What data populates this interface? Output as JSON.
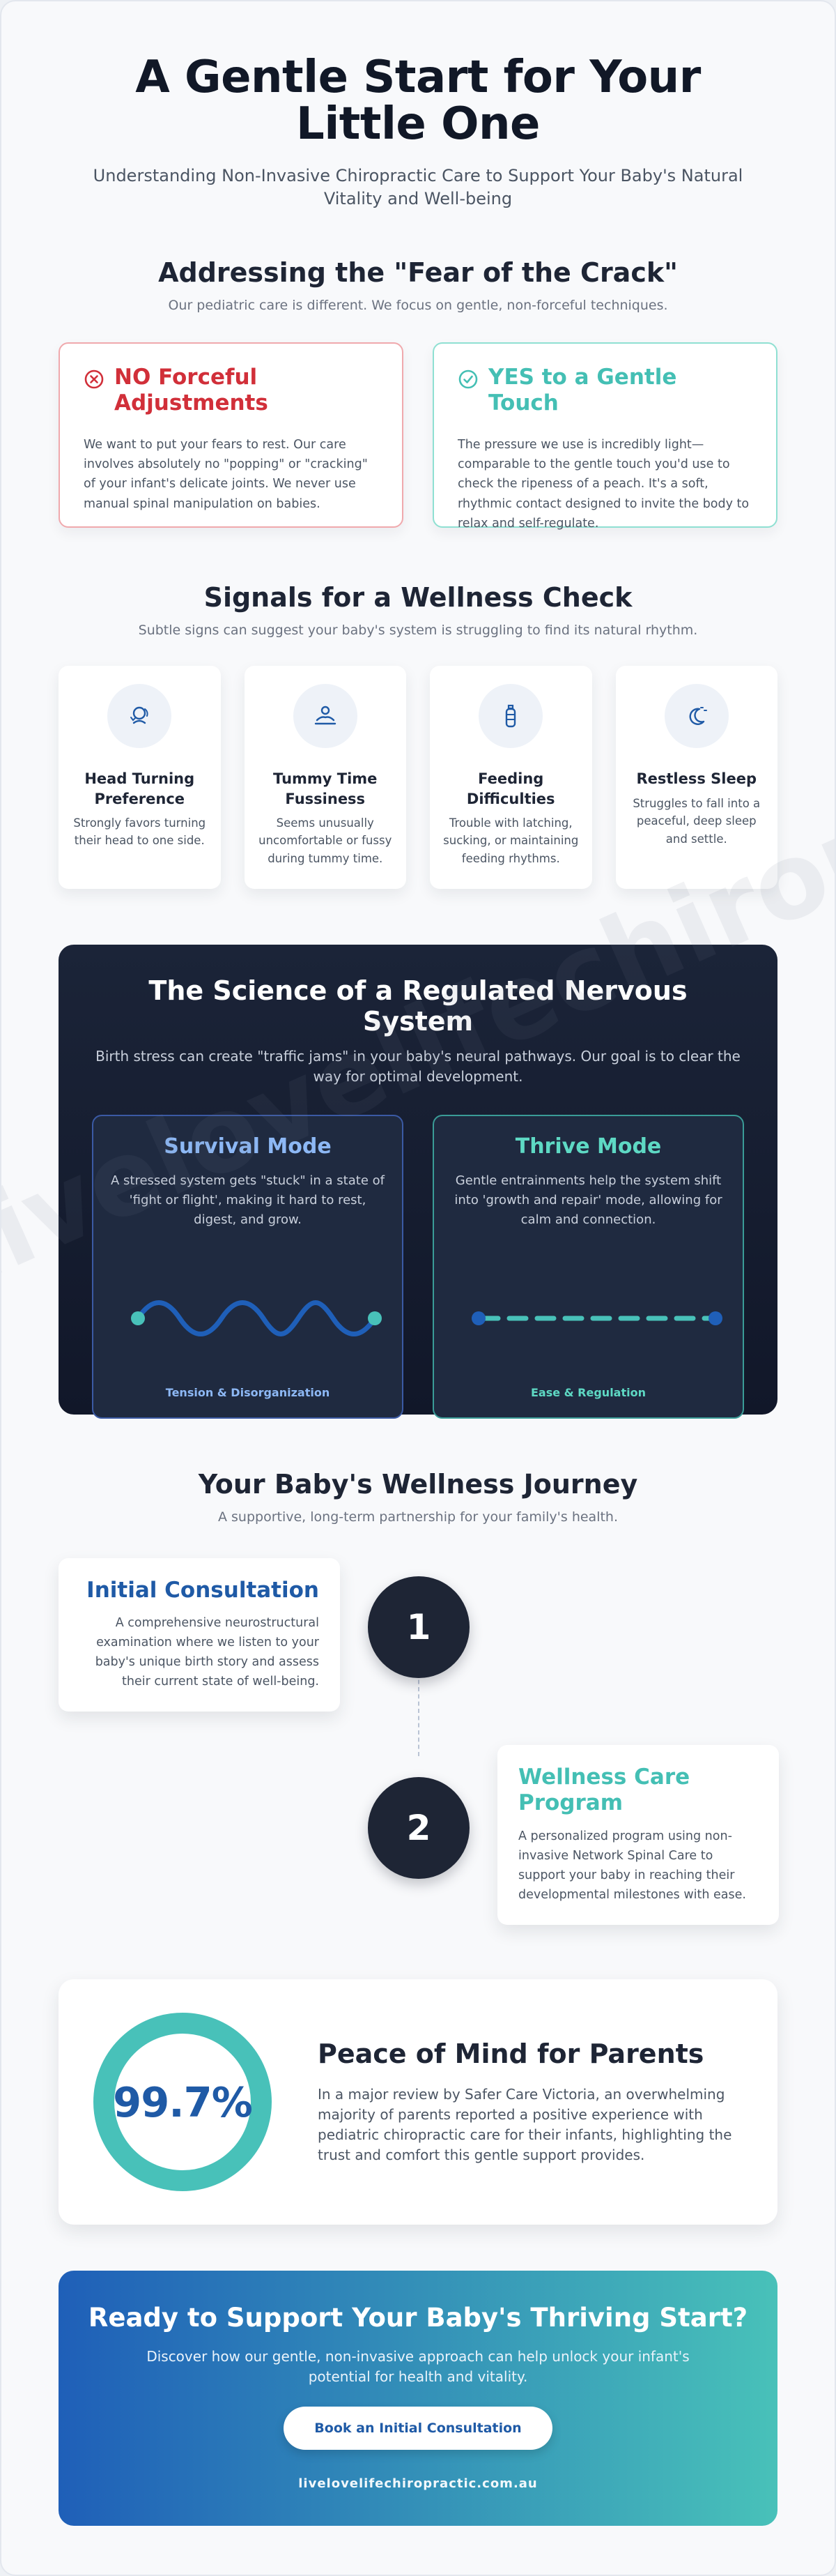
{
  "hero": {
    "title": "A Gentle Start for Your Little One",
    "subtitle": "Understanding Non-Invasive Chiropractic Care to Support Your Baby's Natural Vitality and Well-being"
  },
  "fear": {
    "title": "Addressing the \"Fear of the Crack\"",
    "subtitle": "Our pediatric care is different. We focus on gentle, non-forceful techniques.",
    "no": {
      "icon": "x-circle-icon",
      "title": "NO Forceful Adjustments",
      "text": "We want to put your fears to rest. Our care involves absolutely no \"popping\" or \"cracking\" of your infant's delicate joints. We never use manual spinal manipulation on babies.",
      "color": "#d12f39"
    },
    "yes": {
      "icon": "check-circle-icon",
      "title": "YES to a Gentle Touch",
      "text": "The pressure we use is incredibly light—comparable to the gentle touch you'd use to check the ripeness of a peach. It's a soft, rhythmic contact designed to invite the body to relax and self-regulate.",
      "color": "#44bfb4"
    }
  },
  "signals": {
    "title": "Signals for a Wellness Check",
    "subtitle": "Subtle signs can suggest your baby's system is struggling to find its natural rhythm.",
    "items": [
      {
        "icon": "head-turn-icon",
        "title": "Head Turning Preference",
        "text": "Strongly favors turning their head to one side."
      },
      {
        "icon": "tummy-time-baby-icon",
        "title": "Tummy Time Fussiness",
        "text": "Seems unusually uncomfortable or fussy during tummy time."
      },
      {
        "icon": "baby-bottle-icon",
        "title": "Feeding Difficulties",
        "text": "Trouble with latching, sucking, or maintaining feeding rhythms."
      },
      {
        "icon": "moon-sleep-icon",
        "title": "Restless Sleep",
        "text": "Struggles to fall into a peaceful, deep sleep and settle."
      }
    ]
  },
  "science": {
    "title": "The Science of a Regulated Nervous System",
    "subtitle": "Birth stress can create \"traffic jams\" in your baby's neural pathways. Our goal is to clear the way for optimal development.",
    "survival": {
      "title": "Survival Mode",
      "text": "A stressed system gets \"stuck\" in a state of 'fight or flight', making it hard to rest, digest, and grow.",
      "label": "Tension & Disorganization"
    },
    "thrive": {
      "title": "Thrive Mode",
      "text": "Gentle entrainments help the system shift into 'growth and repair' mode, allowing for calm and connection.",
      "label": "Ease & Regulation"
    }
  },
  "journey": {
    "title": "Your Baby's Wellness Journey",
    "subtitle": "A supportive, long-term partnership for your family's health.",
    "steps": [
      {
        "number": "1",
        "title": "Initial Consultation",
        "text": "A comprehensive neurostructural examination where we listen to your baby's unique birth story and assess their current state of well-being."
      },
      {
        "number": "2",
        "title": "Wellness Care Program",
        "text": "A personalized program using non-invasive Network Spinal Care to support your baby in reaching their developmental milestones with ease."
      }
    ]
  },
  "stat": {
    "value": "99.7%",
    "title": "Peace of Mind for Parents",
    "text": "In a major review by Safer Care Victoria, an overwhelming majority of parents reported a positive experience with pediatric chiropractic care for their infants, highlighting the trust and comfort this gentle support provides."
  },
  "cta": {
    "title": "Ready to Support Your Baby's Thriving Start?",
    "text": "Discover how our gentle, non-invasive approach can help unlock your infant's potential for health and vitality.",
    "button": "Book an Initial Consultation",
    "url": "livelovelifechiropractic.com.au"
  },
  "watermark": "livelovelifechiropractic.com.au",
  "colors": {
    "navy": "#1e2535",
    "blue": "#1f5aa6",
    "teal": "#44bfb4",
    "red": "#d12f39"
  }
}
